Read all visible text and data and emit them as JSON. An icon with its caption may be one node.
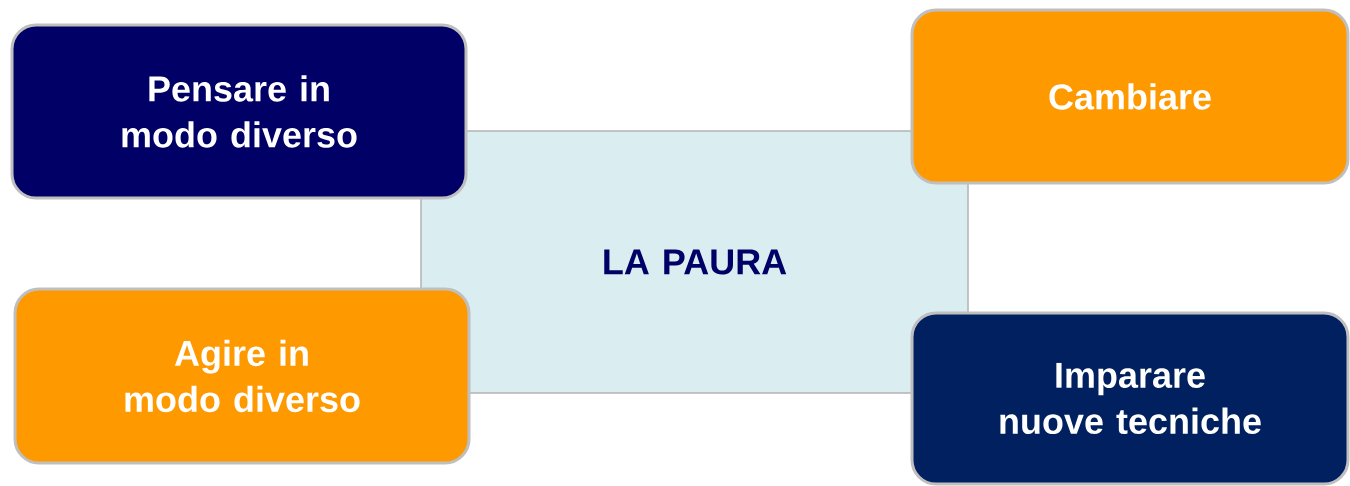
{
  "diagram": {
    "nodes": [
      {
        "text": [
          "Pensare in modo diverso"
        ]
      },
      {
        "text": [
          "Cambiare"
        ]
      },
      {
        "text": [
          "LA PAURA"
        ]
      },
      {
        "text": [
          "Agire in modo diverso"
        ]
      },
      {
        "text": [
          "Imparare nuove tecniche"
        ]
      }
    ]
  }
}
